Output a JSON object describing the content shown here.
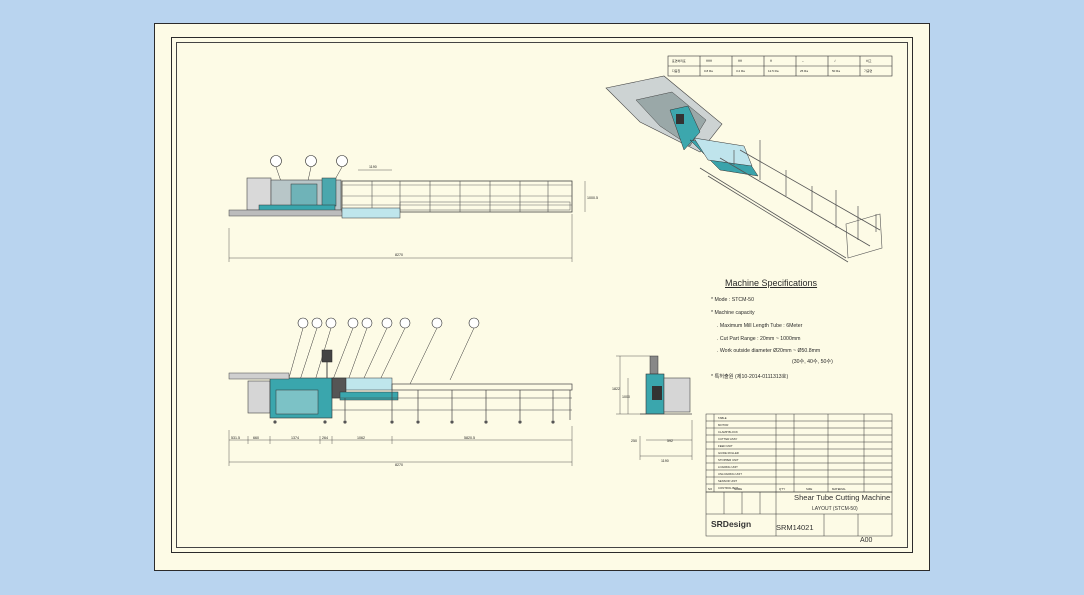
{
  "drawing": {
    "title": "Shear Tube Cutting Machine",
    "subtitle": "LAYOUT (STCM-50)",
    "brand": "SRDesign",
    "drawing_number": "SRM14021",
    "revision": "A00"
  },
  "specifications": {
    "title": "Machine Specifications",
    "lines": [
      "* Mode : STCM-50",
      "* Machine capacity",
      ". Maximum Mill Length Tube : 6Meter",
      ". Cut Part Range : 20mm ~ 1000mm",
      ". Work outside diameter  Ø20mm ~ Ø50.8mm",
      "(30수, 40수, 50수)",
      "* 특허출원 (제10-2014-0111313호)"
    ]
  },
  "dimensions": {
    "top_view": [
      "1190",
      "1000.5",
      "8270"
    ],
    "front_view": [
      "531.5",
      "660",
      "1374",
      "264",
      "1062",
      "5820.5",
      "8270"
    ],
    "side_view": [
      "1822",
      "1000",
      "250",
      "592",
      "1190"
    ]
  },
  "title_block": {
    "rows": [
      "TABLE",
      "MOTOR",
      "CLAMP BLOCK",
      "CUTTER ASSY",
      "FEED UNIT",
      "GUIDE ROLLER",
      "STOPPER UNIT",
      "LOADING UNIT",
      "UNLOADING UNIT",
      "SENSOR UNIT",
      "CONTROL BOX"
    ],
    "col_headers": [
      "NO",
      "NAME",
      "Q'TY",
      "SIZE",
      "MATERIAL"
    ]
  }
}
